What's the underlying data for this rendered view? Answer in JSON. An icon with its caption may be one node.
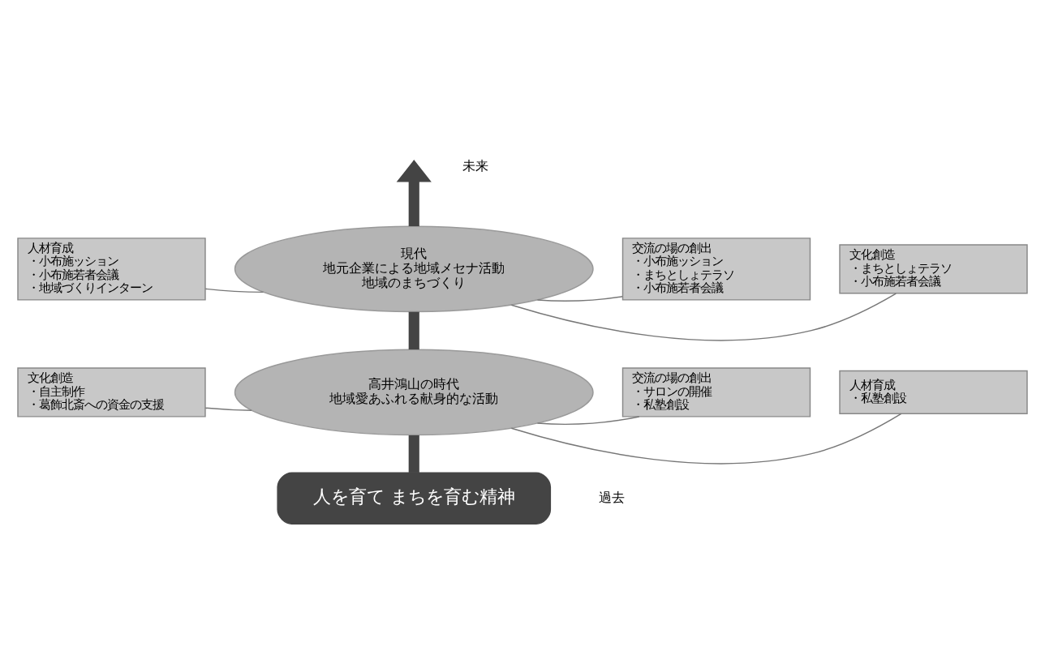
{
  "diagram": {
    "nodes": [
      {
        "text": [
          "人材育成・小布施ッション・小布施若者会議・地域づくりインターン"
        ]
      },
      {
        "text": [
          "交流の場の創出・小布施ッション・まちとしょテラソ・小布施若者会議"
        ]
      },
      {
        "text": [
          "現代",
          "地元企業による地域メセナ活動地域のまちづくり"
        ]
      },
      {
        "text": [
          "文化創造・まちとしょテラソ・小布施若者会議"
        ]
      },
      {
        "text": [
          "文化創造・自主制作・葛飾北斎への資金の支援"
        ]
      },
      {
        "text": [
          "交流の場の創出・サロンの開催・私塾創設"
        ]
      },
      {
        "text": [
          "高井鴻山の時代",
          "地域愛あふれる献身的な活動"
        ]
      },
      {
        "text": [
          "人材育成・私塾創設"
        ]
      },
      {
        "text": [
          "人を育て まちを育む精神"
        ]
      }
    ],
    "edges": [
      {
        "from": 0,
        "to": 2,
        "arrow": "none"
      },
      {
        "from": 1,
        "to": 2,
        "arrow": "none"
      },
      {
        "from": 3,
        "to": 2,
        "arrow": "none"
      },
      {
        "from": 4,
        "to": 6,
        "arrow": "none"
      },
      {
        "from": 5,
        "to": 6,
        "arrow": "none"
      },
      {
        "from": 7,
        "to": 6,
        "arrow": "none"
      },
      {
        "from": 8,
        "to": 6,
        "arrow": "none",
        "style": "thick",
        "color": "#444444"
      },
      {
        "from": 6,
        "to": 2,
        "arrow": "none",
        "style": "thick",
        "color": "#444444"
      },
      {
        "from": 2,
        "to": null,
        "arrow": "to",
        "style": "thick",
        "color": "#444444"
      }
    ],
    "labels": [
      "未来",
      "過去"
    ]
  }
}
